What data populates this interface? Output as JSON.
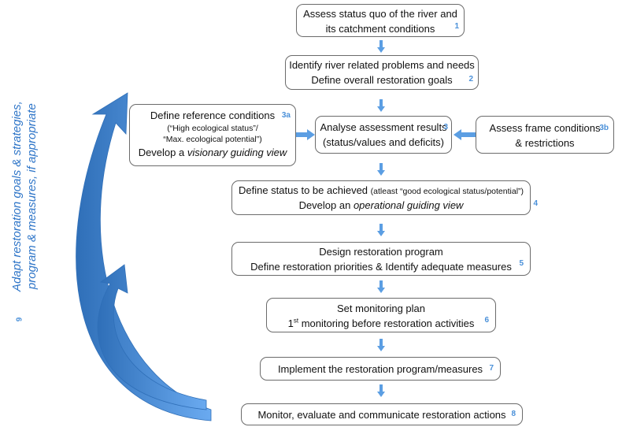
{
  "steps": {
    "s1": {
      "line1": "Assess status quo of the river and",
      "line2": "its catchment conditions",
      "num": "1"
    },
    "s2": {
      "line1": "Identify river related problems and needs",
      "line2": "Define overall restoration goals",
      "num": "2"
    },
    "s3": {
      "line1": "Analyse assessment results",
      "line2": "(status/values and deficits)",
      "num": "3"
    },
    "s3a": {
      "line1": "Define reference conditions",
      "line2": "(“High ecological status”/",
      "line3": "“Max. ecological potential”)",
      "line4_prefix": "Develop a ",
      "line4_em": "visionary guiding view",
      "num": "3a"
    },
    "s3b": {
      "line1": "Assess frame conditions",
      "line2": "& restrictions",
      "num": "3b"
    },
    "s4": {
      "line1_main": "Define status to be achieved ",
      "line1_small": "(atleast “good ecological status/potential”)",
      "line2_prefix": "Develop an ",
      "line2_em": "operational guiding view",
      "num": "4"
    },
    "s5": {
      "line1": "Design restoration program",
      "line2": "Define restoration priorities & Identify adequate measures",
      "num": "5"
    },
    "s6": {
      "line1": "Set monitoring plan",
      "line2_pre": "1",
      "line2_sup": "st",
      "line2_post": " monitoring before restoration activities",
      "num": "6"
    },
    "s7": {
      "line1": "Implement the restoration program/measures",
      "num": "7"
    },
    "s8": {
      "line1": "Monitor, evaluate and communicate restoration actions",
      "num": "8"
    }
  },
  "side": {
    "line1": "Adapt restoration goals & strategies,",
    "line2": "program & measures, if appropriate",
    "num": "9"
  },
  "colors": {
    "arrow": "#5b9ee3",
    "arrow_dark": "#2f6fb8",
    "number": "#4a90d9",
    "border": "#6b6b6b"
  }
}
